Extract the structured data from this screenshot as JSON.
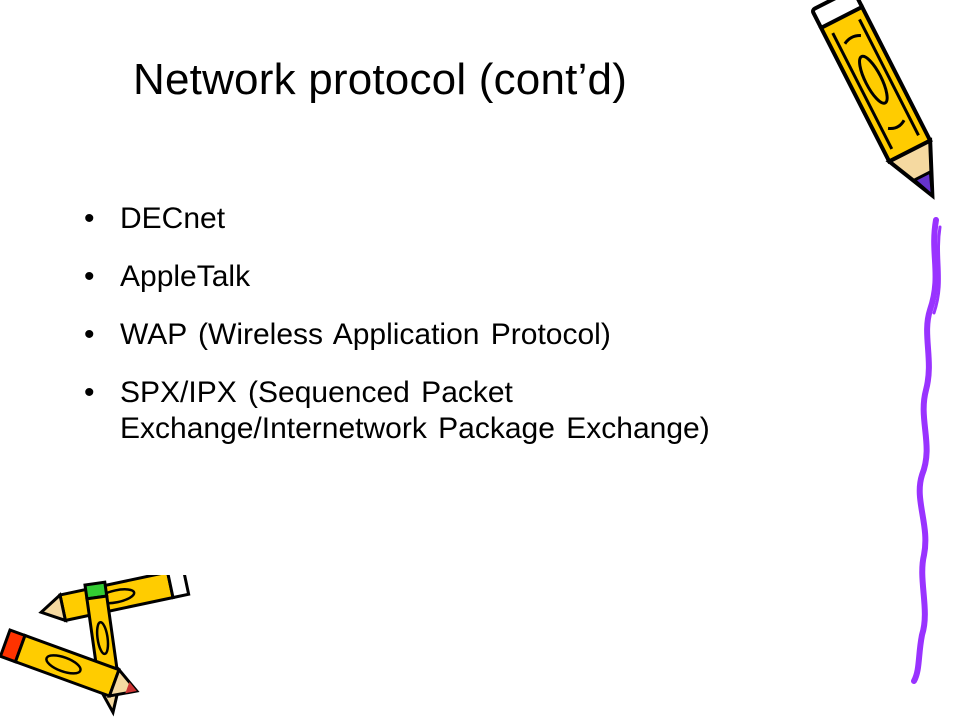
{
  "slide": {
    "title": "Network protocol (cont’d)",
    "bullet_symbol": "•",
    "items": [
      {
        "text": "DECnet"
      },
      {
        "text": "AppleTalk"
      },
      {
        "text": "WAP (Wireless Application Protocol)"
      },
      {
        "text": "SPX/IPX (Sequenced Packet Exchange/Internetwork Package Exchange)"
      }
    ]
  },
  "decor": {
    "pencil_right_icon": "pencil-icon",
    "squiggle_icon": "squiggle-line-icon",
    "pencils_left_icon": "pencils-cluster-icon",
    "colors": {
      "pencil_body": "#FFCC00",
      "pencil_outline": "#000000",
      "pencil_tip": "#6633CC",
      "squiggle": "#9933FF",
      "eraser_red": "#FF3300",
      "eraser_green": "#33CC33"
    }
  }
}
